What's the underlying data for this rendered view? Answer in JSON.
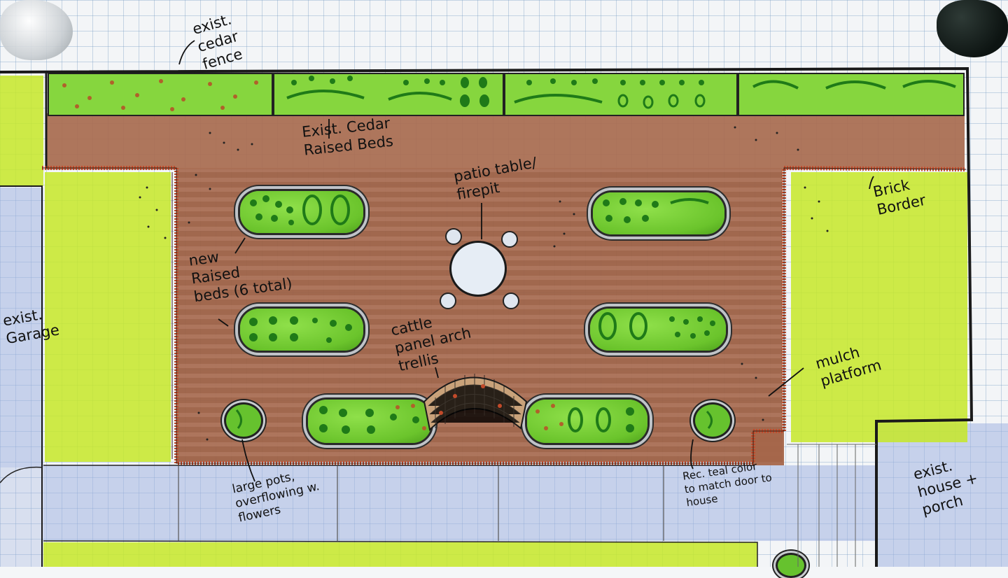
{
  "labels": {
    "fence": "exist.\ncedar\nfence",
    "cedar_beds": "Exist. Cedar\nRaised Beds",
    "patio": "patio table/\nfirepit",
    "brick": "Brick\nBorder",
    "new_beds": "new\nRaised\nbeds (6 total)",
    "garage": "exist.\nGarage",
    "trellis": "cattle\npanel arch\ntrellis",
    "mulch": "mulch\nplatform",
    "pots": "large pots,\noverflowing w.\nflowers",
    "teal": "Rec. teal color\nto match door to\nhouse",
    "house": "exist.\nhouse +\nporch"
  },
  "colors": {
    "mulch": "#a5664a",
    "lawn": "#c8e83a",
    "bed_green": "#7ad23a",
    "plant_dark": "#1f7a18",
    "brick": "#c24a2a",
    "pavement": "#a7b6e2"
  }
}
